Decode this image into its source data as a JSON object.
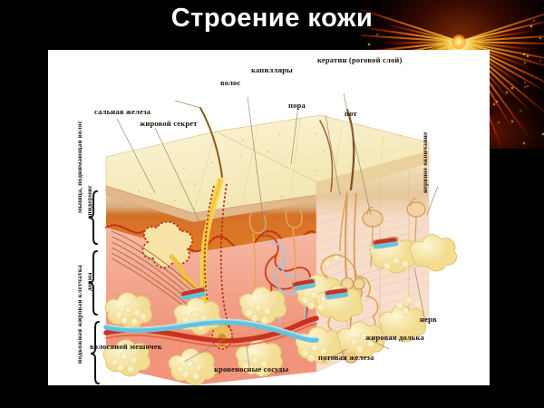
{
  "slide": {
    "title": "Строение кожи",
    "background_color": "#000000",
    "panel_color": "#ffffff"
  },
  "decoration": {
    "firework_name": "firework-burst",
    "colors": [
      "#fff5c8",
      "#ffcd3c",
      "#ff820f",
      "#d72d08"
    ]
  },
  "diagram": {
    "name": "skin-cross-section",
    "colors": {
      "epidermis_top": "#f7ecbe",
      "epidermis_side": "#e07a1e",
      "horny_layer": "#e2b88a",
      "dermis": "#f3a48c",
      "dermis_light": "#fadfd2",
      "fat_lobule": "#f7e6a6",
      "artery": "#d8372a",
      "vein": "#63c3dd",
      "sebum": "#f6d44a",
      "hair": "#8a5a22",
      "nerve": "#e0a858"
    },
    "labels": {
      "sebaceous_gland": "сальная железа",
      "fatty_secretion": "жировой секрет",
      "hair": "волос",
      "capillaries": "капилляры",
      "keratin": "кератин (роговой слой)",
      "pore": "пора",
      "sweat": "пот",
      "nerve_ending": "нервное окончание",
      "arrector_pili_muscle": "мышца, поднимающая волос",
      "epidermis": "эпидермис",
      "dermis": "дерма",
      "subcutaneous_fat": "подкожная жировая клетчатка",
      "hair_follicle": "волосяной мешочек",
      "blood_vessels": "кровеносные сосуды",
      "sweat_gland": "потовая железа",
      "fat_lobule": "жировая долька",
      "nerve": "нерв"
    }
  }
}
